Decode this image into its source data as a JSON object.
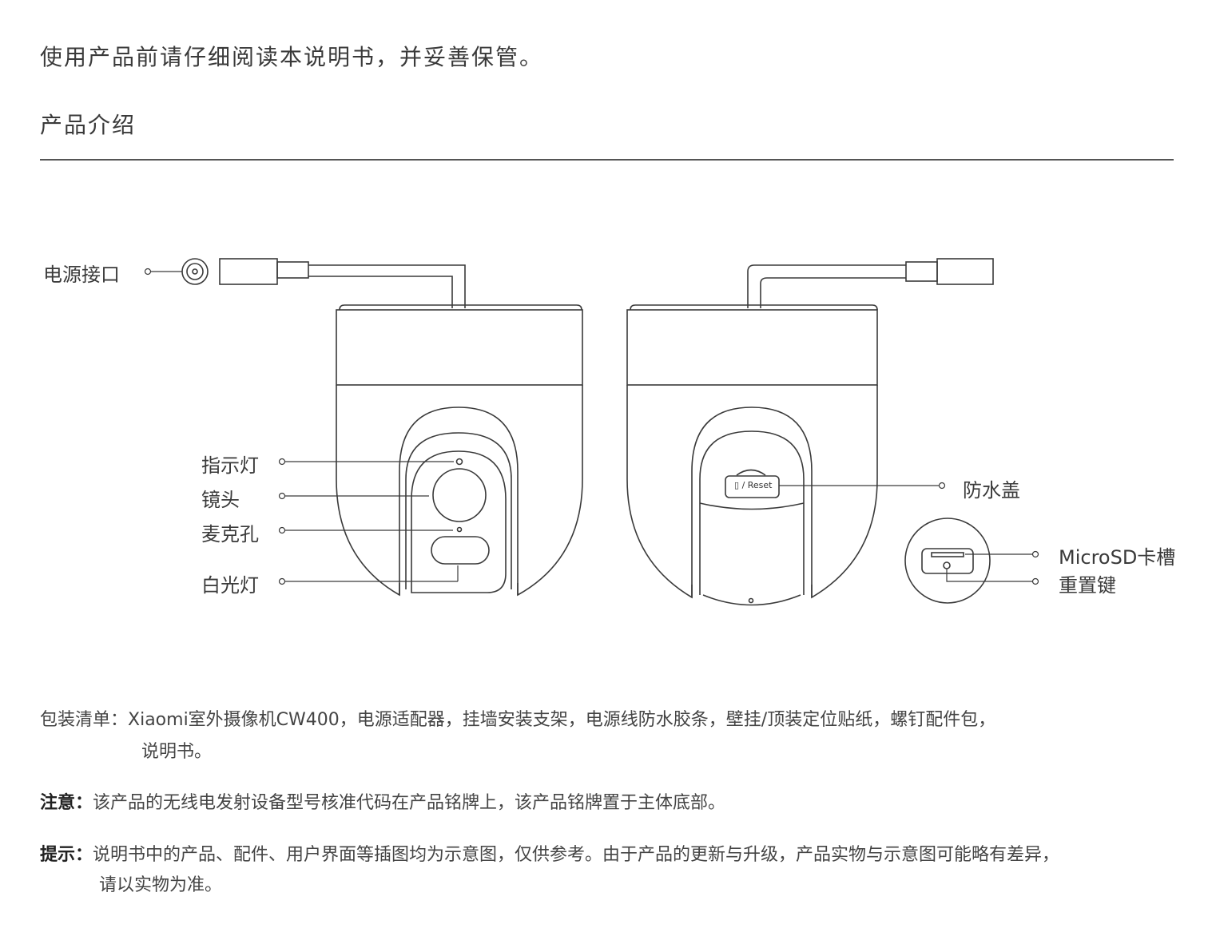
{
  "intro": "使用产品前请仔细阅读本说明书，并妥善保管。",
  "section_title": "产品介绍",
  "diagram": {
    "labels": {
      "power_port": "电源接口",
      "indicator": "指示灯",
      "lens": "镜头",
      "mic": "麦克孔",
      "white_light": "白光灯",
      "waterproof_cover": "防水盖",
      "microsd_slot": "MicroSD卡槽",
      "reset_button": "重置键"
    },
    "reset_plate_text": "/ Reset",
    "sd_icon": "sd-card-icon"
  },
  "notes": {
    "package_head": "包装清单：",
    "package_line1": "Xiaomi室外摄像机CW400，电源适配器，挂墙安装支架，电源线防水胶条，壁挂/顶装定位贴纸，螺钉配件包，",
    "package_line2": "说明书。",
    "attention_head": "注意：",
    "attention_text": "该产品的无线电发射设备型号核准代码在产品铭牌上，该产品铭牌置于主体底部。",
    "tip_head": "提示：",
    "tip_line1": "说明书中的产品、配件、用户界面等插图均为示意图，仅供参考。由于产品的更新与升级，产品实物与示意图可能略有差异，",
    "tip_line2": "请以实物为准。"
  }
}
